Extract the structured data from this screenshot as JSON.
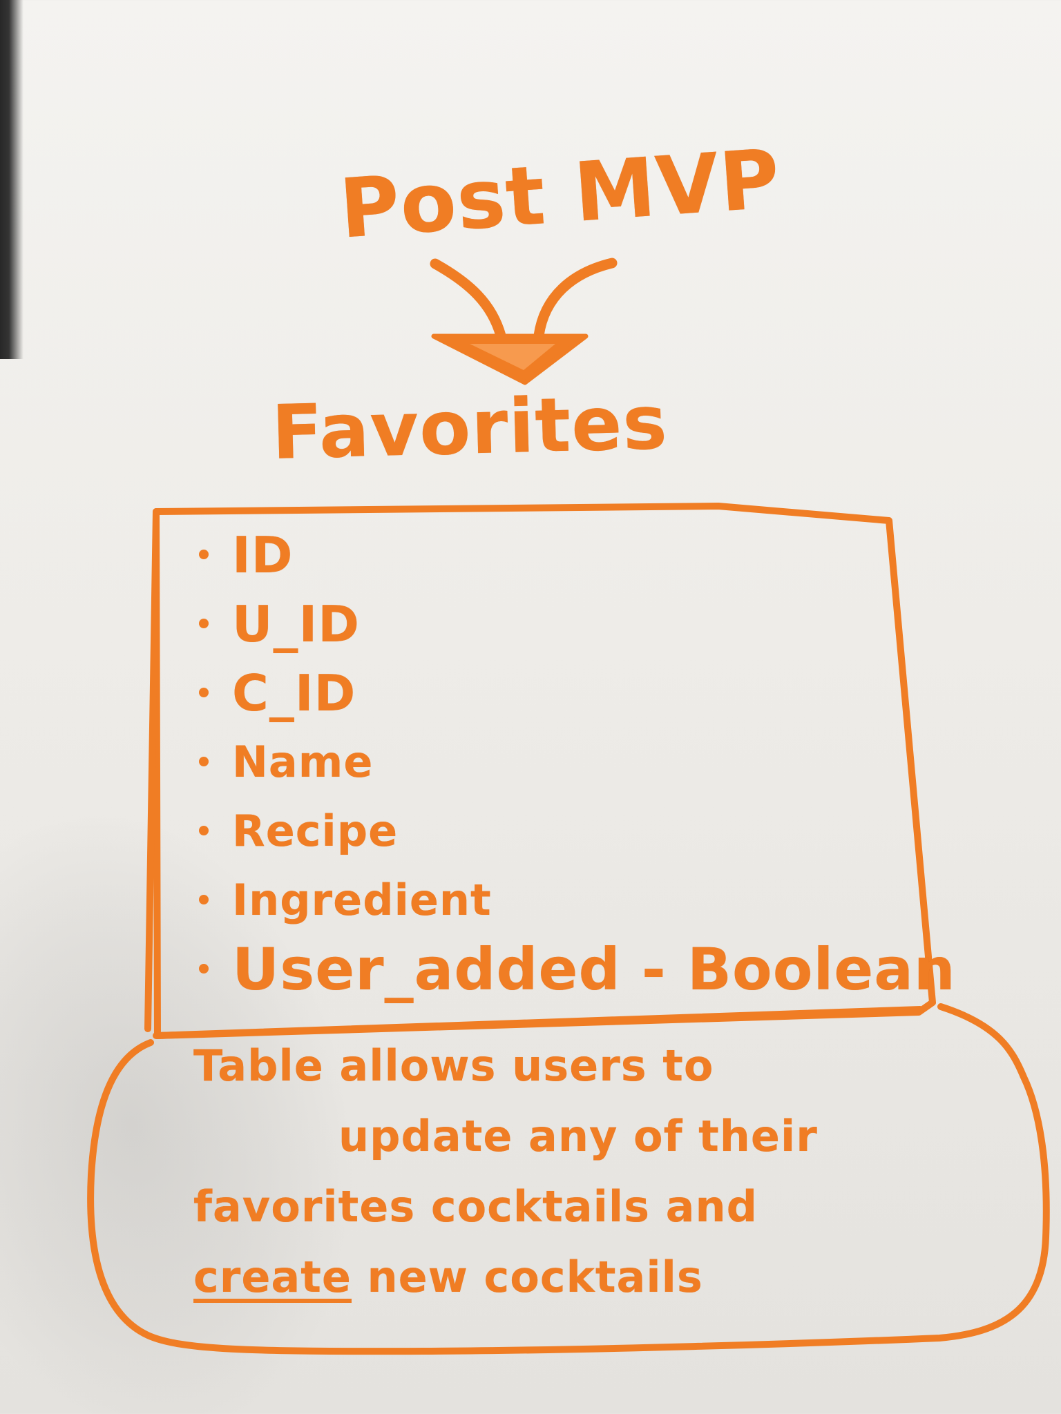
{
  "diagram": {
    "title": "Post MVP",
    "subtitle": "Favorites",
    "fields": [
      "ID",
      "U_ID",
      "C_ID",
      "Name",
      "Recipe",
      "Ingredient",
      "User_added - Boolean"
    ],
    "note": {
      "line1": "Table allows users to",
      "line2": "update any of their",
      "line3": "favorites cocktails and",
      "line4_prefix": "create",
      "line4_suffix": " new cocktails"
    },
    "colors": {
      "marker": "#f07d24",
      "board": "#f1f0ec",
      "edge": "#1d1d1d"
    }
  }
}
